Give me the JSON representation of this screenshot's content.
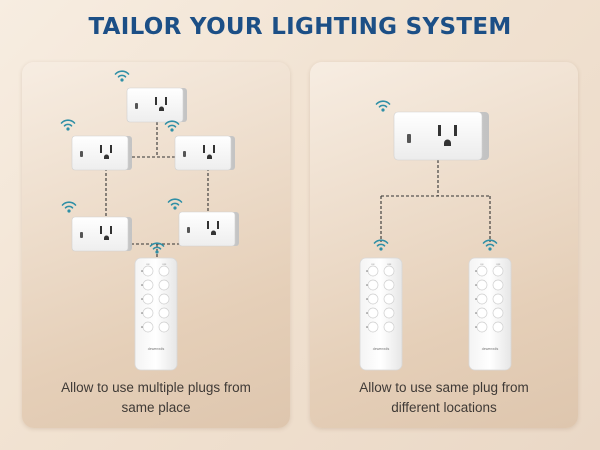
{
  "header": {
    "title": "TAILOR YOUR LIGHTING SYSTEM"
  },
  "panels": [
    {
      "caption_line1": "Allow to use multiple plugs from",
      "caption_line2": "same place"
    },
    {
      "caption_line1": "Allow to use same plug from",
      "caption_line2": "different locations"
    }
  ],
  "remote": {
    "brand": "dewenwils"
  },
  "icons": {
    "plug": "smart-plug-icon",
    "remote": "remote-control-icon",
    "wifi": "wifi-signal-icon"
  },
  "colors": {
    "title": "#1c4f86",
    "wifi": "#2f8fa6",
    "connector": "#333333"
  }
}
